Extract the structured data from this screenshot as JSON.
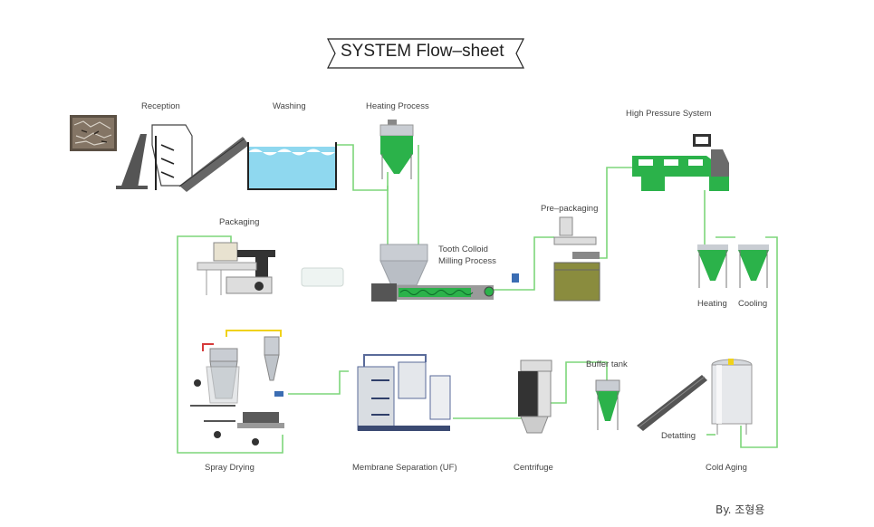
{
  "title": "SYSTEM Flow–sheet",
  "credit": "By. 조형용",
  "labels": {
    "reception": "Reception",
    "washing": "Washing",
    "heating_process": "Heating Process",
    "high_pressure": "High Pressure System",
    "pre_packaging": "Pre–packaging",
    "tooth_colloid_1": "Tooth Colloid",
    "tooth_colloid_2": "Milling Process",
    "packaging": "Packaging",
    "heating": "Heating",
    "cooling": "Cooling",
    "buffer_tank": "Buffer tank",
    "detatting": "Detatting",
    "spray_drying": "Spray Drying",
    "membrane": "Membrane Separation (UF)",
    "centrifuge": "Centrifuge",
    "cold_aging": "Cold Aging"
  },
  "colors": {
    "pipe": "#7dd67a",
    "equipment_green": "#2bb24a",
    "water": "#8fd8ef",
    "steel": "#c9cdd3",
    "dark": "#3a3a3a"
  }
}
